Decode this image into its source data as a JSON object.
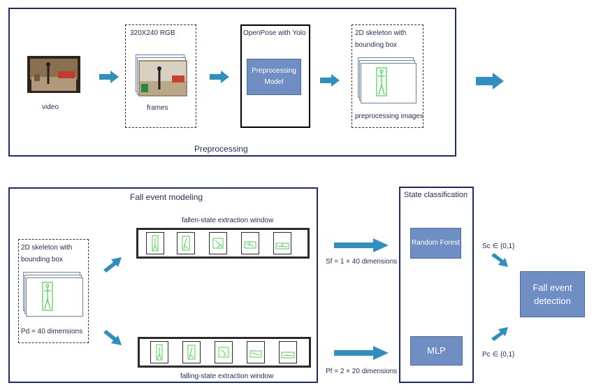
{
  "preprocessing": {
    "title": "Preprocessing",
    "video_label": "video",
    "frames_header": "320X240  RGB",
    "frames_label": "frames",
    "openpose_header": "OpenPose with Yolo",
    "preproc_model_line1": "Preprocessing",
    "preproc_model_line2": "Model",
    "skeleton_header_line1": "2D skeleton with",
    "skeleton_header_line2": "bounding box",
    "preproc_images_label": "preprocessing images"
  },
  "fall_event_modeling": {
    "title": "Fall event modeling",
    "skeleton_header_line1": "2D skeleton with",
    "skeleton_header_line2": "bounding box",
    "pd_label": "Pd = 40 dimensions",
    "fallen_window_label": "fallen-state extraction window",
    "falling_window_label": "falling-state extraction window"
  },
  "features": {
    "sf_label": "Sf = 1 × 40 dimensions",
    "pf_label": "Pf = 2 × 20 dimensions"
  },
  "state_classification": {
    "title": "State classification",
    "random_forest": "Random Forest",
    "mlp": "MLP"
  },
  "outputs": {
    "sc_label": "Sc ∈ {0,1}",
    "pc_label": "Pc ∈ {0,1}",
    "detection_line1": "Fall event",
    "detection_line2": "detection"
  },
  "colors": {
    "frame_border": "#1e2a78",
    "box_fill": "#6f8fc4",
    "arrow": "#2f8fbf",
    "skeleton": "#22cc22"
  }
}
